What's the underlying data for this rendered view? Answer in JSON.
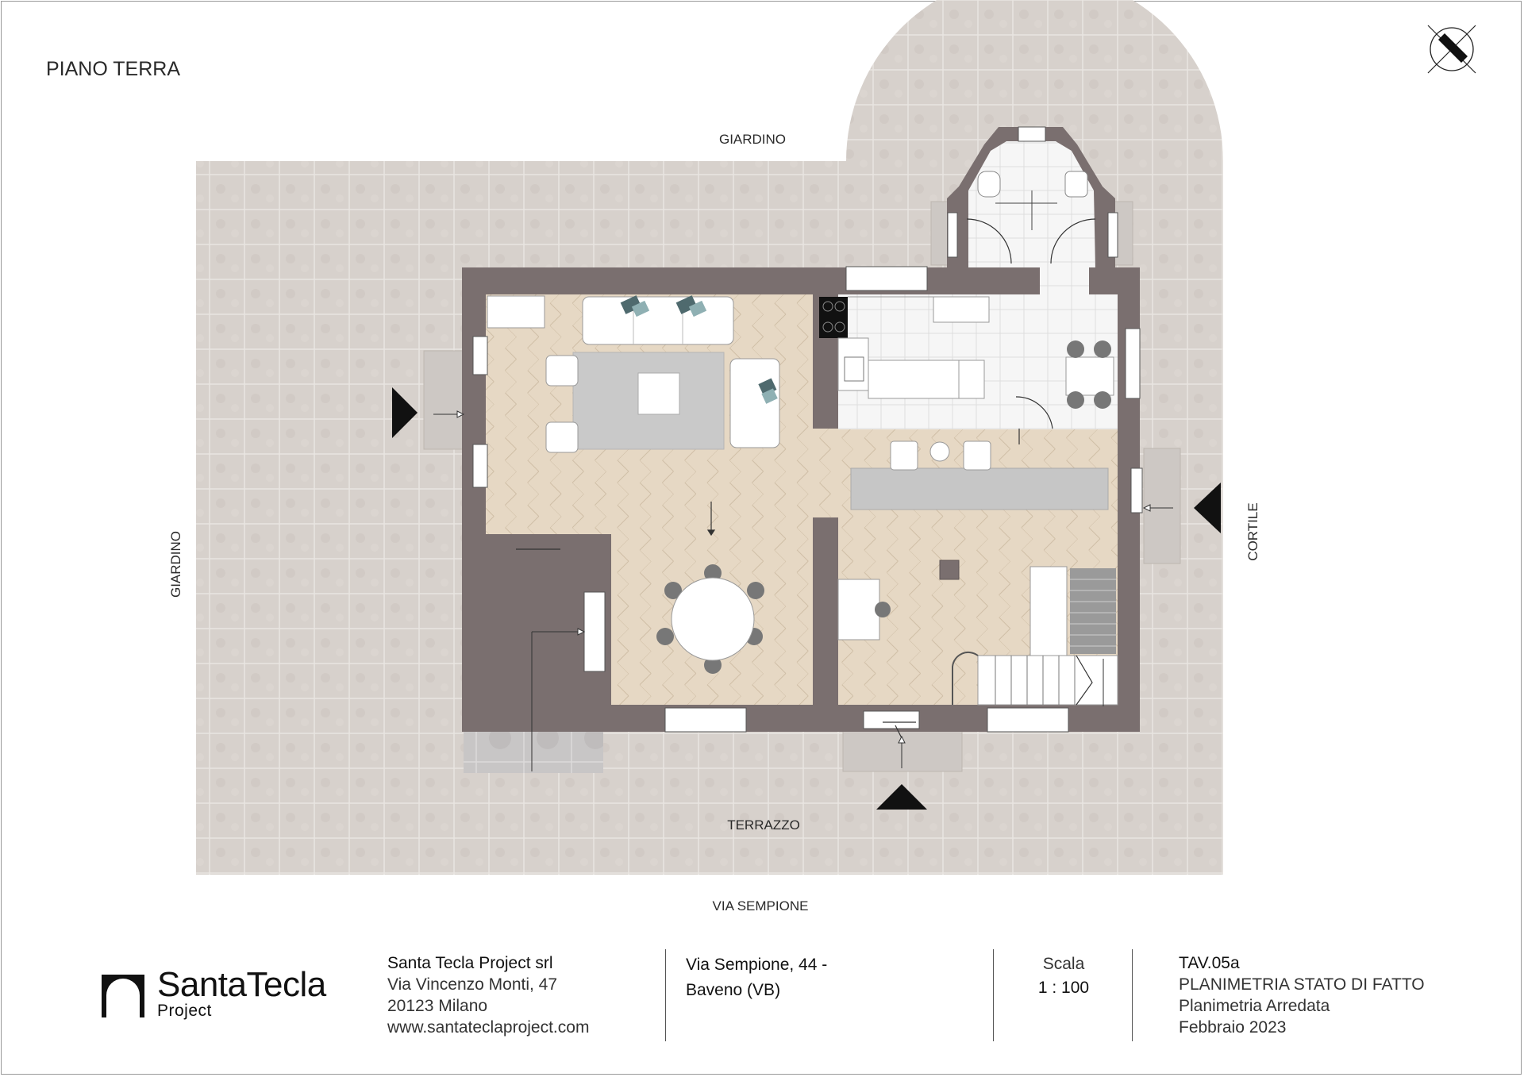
{
  "sheet": {
    "floor_title": "PIANO TERRA",
    "context_labels": {
      "top": "GIARDINO",
      "left": "GIARDINO",
      "right": "CORTILE",
      "bottom_inner": "TERRAZZO",
      "street": "VIA SEMPIONE"
    },
    "compass_icon": "north-arrow-icon"
  },
  "title_block": {
    "logo": {
      "name": "SantaTecla",
      "sub": "Project",
      "icon": "arch-logo-icon"
    },
    "company": {
      "name": "Santa Tecla Project srl",
      "street": "Via Vincenzo Monti, 47",
      "city": "20123 Milano",
      "website": "www.santateclaproject.com"
    },
    "site": {
      "line1": "Via Sempione, 44 -",
      "line2": "Baveno (VB)"
    },
    "scale": {
      "label": "Scala",
      "value": "1 : 100"
    },
    "drawing": {
      "code": "TAV.05a",
      "title": "PLANIMETRIA STATO DI FATTO",
      "subtitle": "Planimetria Arredata",
      "date": "Febbraio 2023"
    }
  },
  "colors": {
    "wall": "#7a6f6f",
    "paving": "#d6d0cb",
    "parquet": "#e4d6c2",
    "tile": "#f4f4f4",
    "rug": "#c9c9c9",
    "furniture": "#ffffff",
    "accent": "#111111"
  }
}
